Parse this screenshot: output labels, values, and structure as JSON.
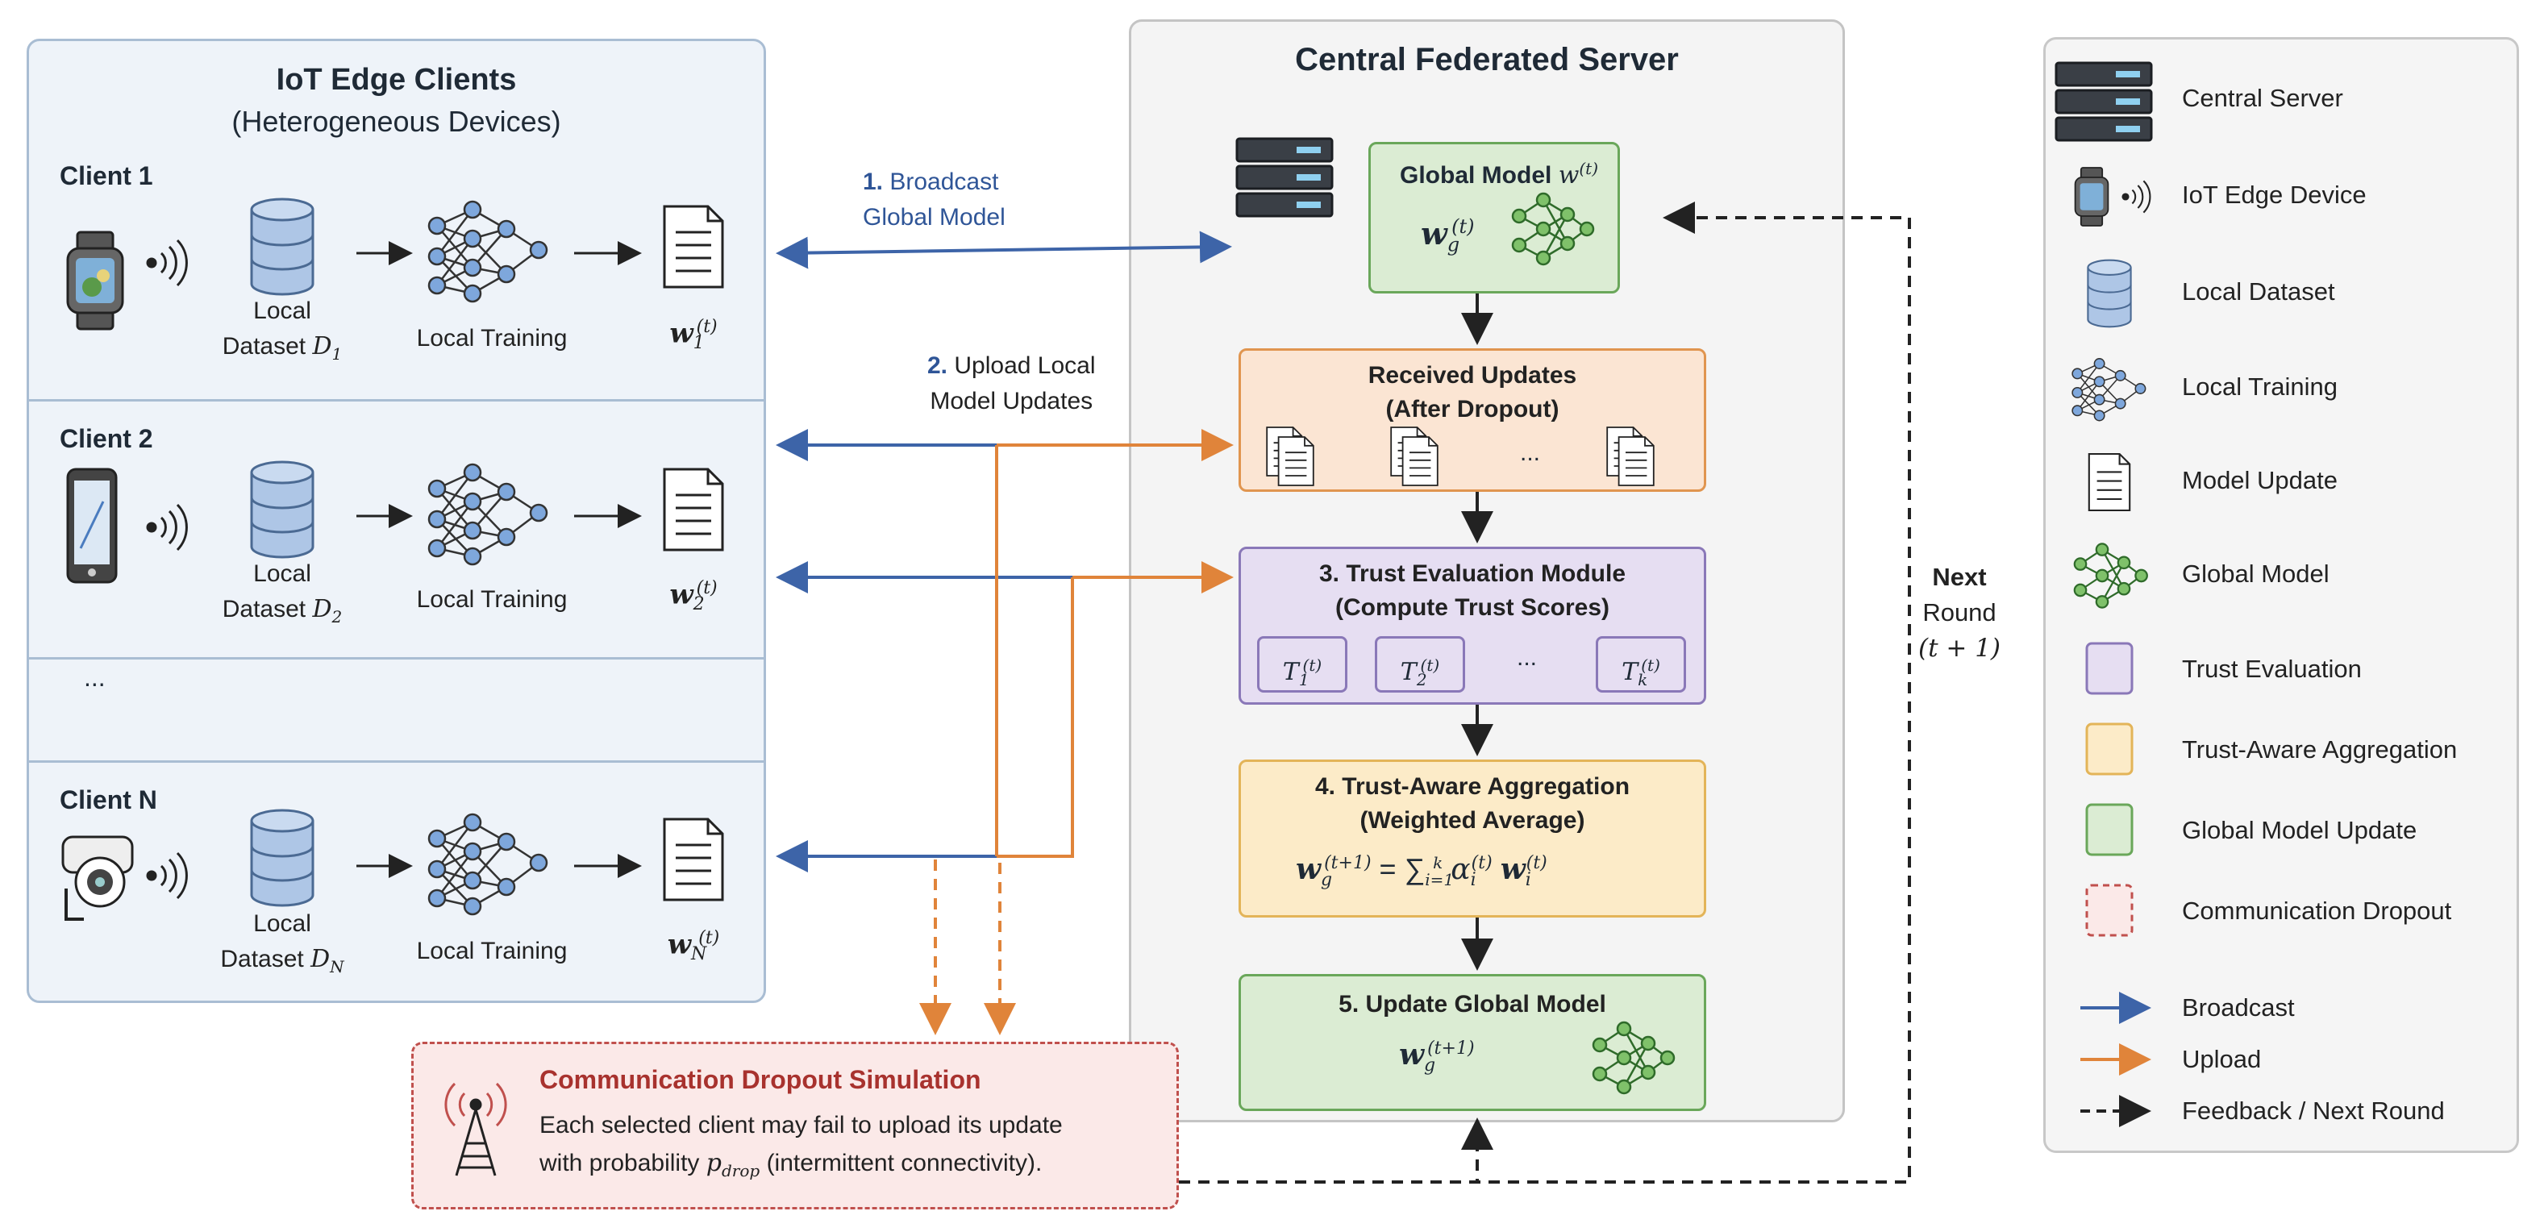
{
  "clients_panel": {
    "title": "IoT Edge Clients",
    "subtitle": "(Heterogeneous Devices)",
    "ellipsis": "...",
    "clients": [
      {
        "name": "Client 1",
        "dataset_line1": "Local",
        "dataset_line2": "Dataset",
        "dataset_var": "D",
        "dataset_sub": "1",
        "training": "Local Training",
        "update_var": "w",
        "update_sub": "1",
        "update_sup": "(t)"
      },
      {
        "name": "Client 2",
        "dataset_line1": "Local",
        "dataset_line2": "Dataset",
        "dataset_var": "D",
        "dataset_sub": "2",
        "training": "Local Training",
        "update_var": "w",
        "update_sub": "2",
        "update_sup": "(t)"
      },
      {
        "name": "Client N",
        "dataset_line1": "Local",
        "dataset_line2": "Dataset",
        "dataset_var": "D",
        "dataset_sub": "N",
        "training": "Local Training",
        "update_var": "w",
        "update_sub": "N",
        "update_sup": "(t)"
      }
    ]
  },
  "arrows": {
    "broadcast_num": "1.",
    "broadcast_line1": "Broadcast",
    "broadcast_line2": "Global Model",
    "upload_num": "2.",
    "upload_line1": "Upload Local",
    "upload_line2": "Model Updates",
    "next_round_line1": "Next",
    "next_round_line2": "Round",
    "next_round_line3": "(t + 1)"
  },
  "server": {
    "title": "Central Federated Server",
    "global_model": {
      "title": "Global Model",
      "title_var": "w",
      "title_sup": "(t)",
      "var": "w",
      "sub": "g",
      "sup": "(t)"
    },
    "received": {
      "line1": "Received Updates",
      "line2": "(After Dropout)",
      "ellipsis": "..."
    },
    "trust": {
      "line1": "3. Trust Evaluation Module",
      "line2": "(Compute Trust Scores)",
      "ellipsis": "...",
      "scores": [
        {
          "var": "T",
          "sub": "1",
          "sup": "(t)"
        },
        {
          "var": "T",
          "sub": "2",
          "sup": "(t)"
        },
        {
          "var": "T",
          "sub": "k",
          "sup": "(t)"
        }
      ]
    },
    "aggregation": {
      "line1": "4. Trust-Aware Aggregation",
      "line2": "(Weighted Average)",
      "lhs_var": "w",
      "lhs_sub": "g",
      "lhs_sup": "(t+1)",
      "eq": "=",
      "sum": "∑",
      "sum_sub": "i=1",
      "sum_sup": "k",
      "alpha": "α",
      "alpha_sub": "i",
      "alpha_sup": "(t)",
      "w": "w",
      "w_sub": "i",
      "w_sup": "(t)"
    },
    "update": {
      "title": "5. Update Global Model",
      "var": "w",
      "sub": "g",
      "sup": "(t+1)"
    }
  },
  "dropout": {
    "title": "Communication Dropout Simulation",
    "line1": "Each selected client may fail to upload its update",
    "line2_pre": "with probability",
    "line2_var": "p",
    "line2_sub": "drop",
    "line2_post": "(intermittent connectivity)."
  },
  "legend": {
    "items": [
      {
        "icon": "server-icon",
        "label": "Central Server"
      },
      {
        "icon": "smartwatch-icon",
        "label": "IoT Edge Device"
      },
      {
        "icon": "database-icon",
        "label": "Local Dataset"
      },
      {
        "icon": "neural-network-icon",
        "label": "Local Training"
      },
      {
        "icon": "document-icon",
        "label": "Model Update"
      },
      {
        "icon": "global-network-icon",
        "label": "Global Model"
      },
      {
        "icon": "purple-swatch",
        "label": "Trust Evaluation"
      },
      {
        "icon": "orange-swatch",
        "label": "Trust-Aware Aggregation"
      },
      {
        "icon": "green-swatch",
        "label": "Global Model Update"
      },
      {
        "icon": "red-dashed-swatch",
        "label": "Communication Dropout"
      },
      {
        "icon": "blue-arrow",
        "label": "Broadcast"
      },
      {
        "icon": "orange-arrow",
        "label": "Upload"
      },
      {
        "icon": "dashed-arrow",
        "label": "Feedback / Next Round"
      }
    ]
  },
  "colors": {
    "broadcast": "#3d64a8",
    "upload": "#e0843a",
    "dropout": "#b23a36",
    "trust_fill": "#e6def2",
    "aggregation_fill": "#fcebc8",
    "global_fill": "#dbecd3",
    "received_fill": "#fbe5d3"
  }
}
